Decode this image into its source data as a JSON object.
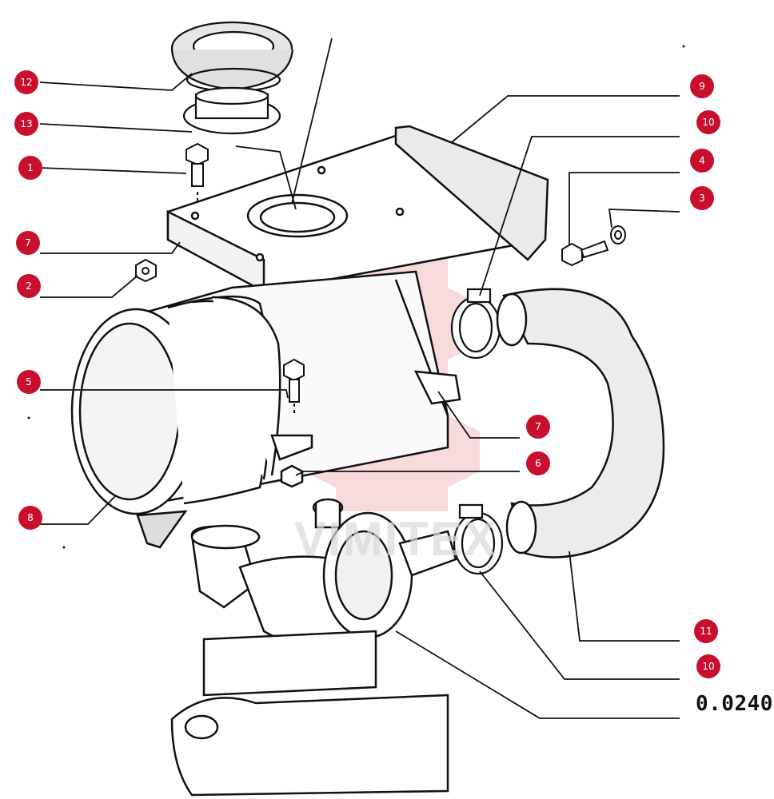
{
  "figure_code": "0.0240",
  "watermark": "VIMITEX",
  "colors": {
    "callout": "#c8102e",
    "line": "#111111",
    "watermark": "#e8a0a0"
  },
  "callouts": [
    {
      "id": "c12",
      "label": "12"
    },
    {
      "id": "c13",
      "label": "13"
    },
    {
      "id": "c1",
      "label": "1"
    },
    {
      "id": "c7a",
      "label": "7"
    },
    {
      "id": "c2",
      "label": "2"
    },
    {
      "id": "c5",
      "label": "5"
    },
    {
      "id": "c8",
      "label": "8"
    },
    {
      "id": "c9",
      "label": "9"
    },
    {
      "id": "c10a",
      "label": "10"
    },
    {
      "id": "c4",
      "label": "4"
    },
    {
      "id": "c3",
      "label": "3"
    },
    {
      "id": "c7b",
      "label": "7"
    },
    {
      "id": "c6",
      "label": "6"
    },
    {
      "id": "c11",
      "label": "11"
    },
    {
      "id": "c10b",
      "label": "10"
    }
  ]
}
